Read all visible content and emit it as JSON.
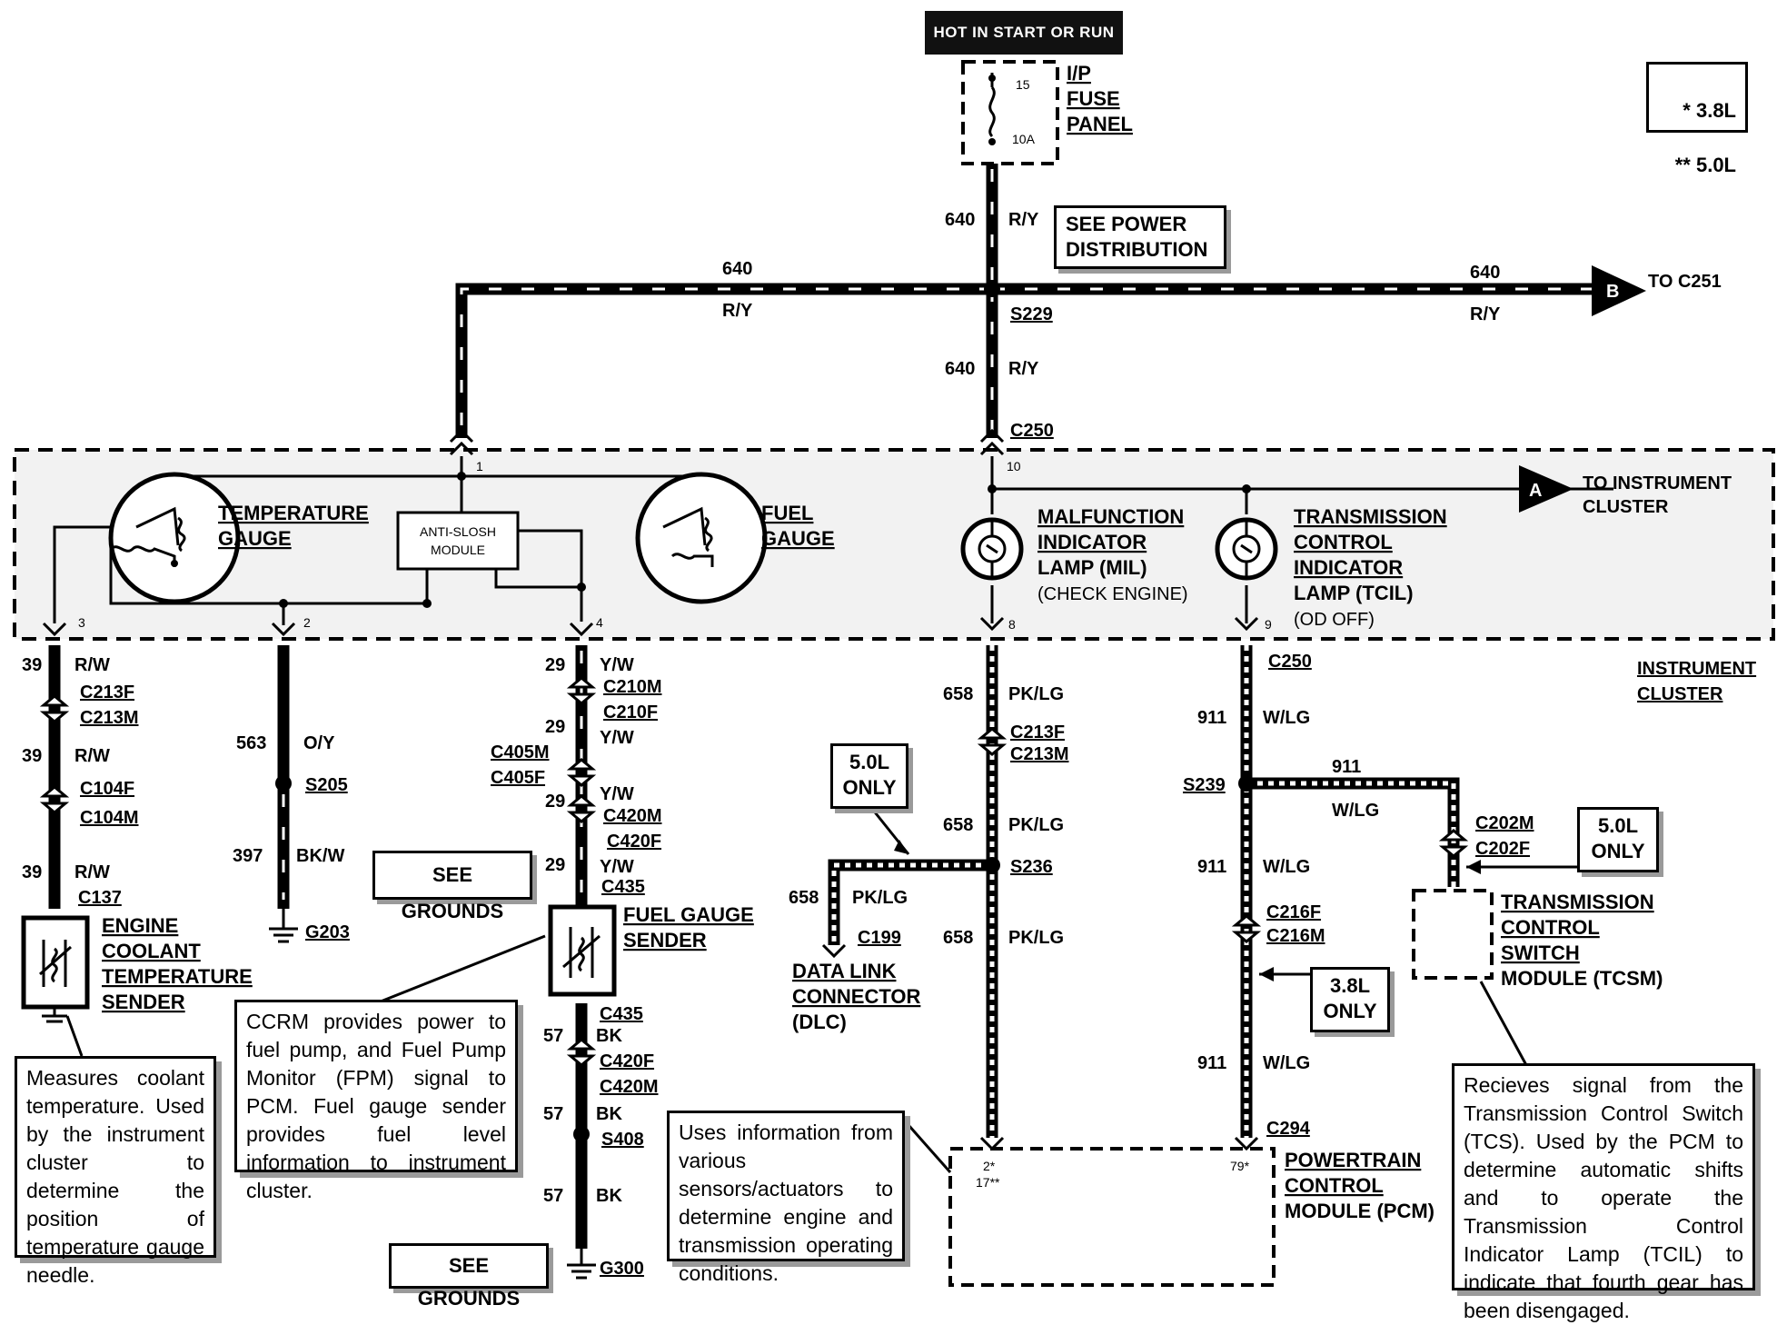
{
  "header": {
    "hot_label": "HOT IN START OR RUN"
  },
  "legend": {
    "row1": "*  3.8L",
    "row2": "**  5.0L"
  },
  "fuse": {
    "name_l1": "I/P",
    "name_l2": "FUSE",
    "name_l3": "PANEL",
    "number": "15",
    "rating": "10A"
  },
  "boxes": {
    "power_dist": "SEE POWER\nDISTRIBUTION",
    "see_grounds_1": "SEE GROUNDS",
    "see_grounds_2": "SEE GROUNDS",
    "only50_a": "5.0L\nONLY",
    "only50_b": "5.0L\nONLY",
    "only38": "3.8L\nONLY"
  },
  "wires": {
    "c640": "640",
    "ry": "R/Y",
    "c39": "39",
    "rw": "R/W",
    "c563": "563",
    "oy": "O/Y",
    "c397": "397",
    "bkw": "BK/W",
    "c29": "29",
    "yw": "Y/W",
    "c57": "57",
    "bk": "BK",
    "c658": "658",
    "pklg": "PK/LG",
    "c911": "911",
    "wlg": "W/LG"
  },
  "connectors": {
    "s229": "S229",
    "c250": "C250",
    "c251": "TO C251",
    "b": "B",
    "a": "A",
    "to_ic_1": "TO INSTRUMENT",
    "to_ic_2": "CLUSTER",
    "ic_1": "INSTRUMENT",
    "ic_2": "CLUSTER",
    "c213f": "C213F",
    "c213m": "C213M",
    "c104f": "C104F",
    "c104m": "C104M",
    "c137": "C137",
    "s205": "S205",
    "g203": "G203",
    "c210m": "C210M",
    "c210f": "C210F",
    "c405m": "C405M",
    "c405f": "C405F",
    "c420m": "C420M",
    "c420f": "C420F",
    "c435": "C435",
    "s408": "S408",
    "g300": "G300",
    "s236": "S236",
    "c199": "C199",
    "s239": "S239",
    "c202m": "C202M",
    "c202f": "C202F",
    "c216f": "C216F",
    "c216m": "C216M",
    "c294": "C294",
    "pin1": "1",
    "pin2": "2",
    "pin3": "3",
    "pin4": "4",
    "pin8": "8",
    "pin9": "9",
    "pin10": "10",
    "pcm_pin_a": "2*",
    "pcm_pin_b": "17**",
    "pcm_pin_c": "79*"
  },
  "components": {
    "temp_gauge_1": "TEMPERATURE",
    "temp_gauge_2": "GAUGE",
    "anti_slosh_1": "ANTI-SLOSH",
    "anti_slosh_2": "MODULE",
    "fuel_gauge_1": "FUEL",
    "fuel_gauge_2": "GAUGE",
    "mil_1": "MALFUNCTION",
    "mil_2": "INDICATOR",
    "mil_3": "LAMP (MIL)",
    "mil_4": "(CHECK ENGINE)",
    "tcil_1": "TRANSMISSION",
    "tcil_2": "CONTROL",
    "tcil_3": "INDICATOR",
    "tcil_4": "LAMP (TCIL)",
    "tcil_5": "(OD OFF)",
    "ect_1": "ENGINE",
    "ect_2": "COOLANT",
    "ect_3": "TEMPERATURE",
    "ect_4": "SENDER",
    "fgs_1": "FUEL GAUGE",
    "fgs_2": "SENDER",
    "dlc_1": "DATA LINK",
    "dlc_2": "CONNECTOR",
    "dlc_3": "(DLC)",
    "tcsm_1": "TRANSMISSION",
    "tcsm_2": "CONTROL",
    "tcsm_3": "SWITCH",
    "tcsm_4": "MODULE (TCSM)",
    "pcm_1": "POWERTRAIN",
    "pcm_2": "CONTROL",
    "pcm_3": "MODULE (PCM)"
  },
  "notes": {
    "ect": "Measures coolant temperature. Used by the instrument cluster to determine the position of temperature gauge needle.",
    "ccrm": "CCRM provides power to fuel pump, and Fuel Pump Monitor (FPM) signal to PCM. Fuel gauge sender provides fuel level information to instrument cluster.",
    "pcm": "Uses information from various sensors/actuators to determine engine and transmission operating conditions.",
    "tcsm": "Recieves signal from the Transmission Control Switch (TCS). Used by the PCM to determine automatic shifts and to operate the Transmission Control Indicator Lamp (TCIL) to indicate that fourth gear has been disengaged."
  }
}
